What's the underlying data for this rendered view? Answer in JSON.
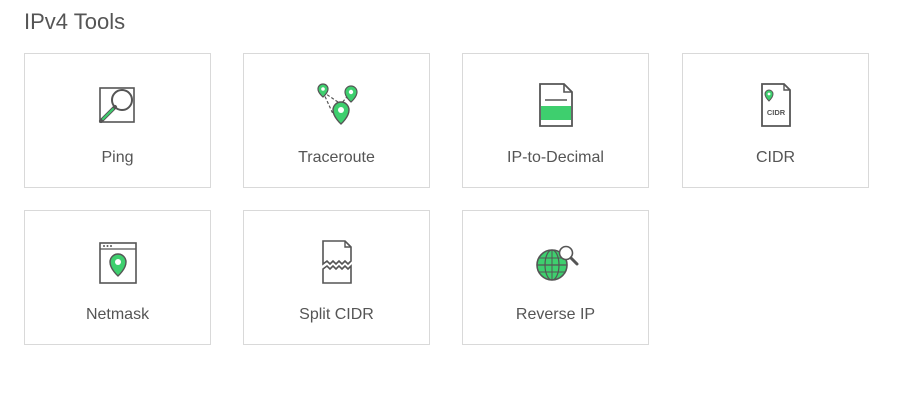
{
  "section": {
    "title": "IPv4 Tools"
  },
  "colors": {
    "accent": "#3ecf6e",
    "stroke": "#555555",
    "border": "#d9d9d9"
  },
  "tools": [
    {
      "label": "Ping",
      "icon": "magnifier-icon"
    },
    {
      "label": "Traceroute",
      "icon": "route-pins-icon"
    },
    {
      "label": "IP-to-Decimal",
      "icon": "document-icon"
    },
    {
      "label": "CIDR",
      "icon": "cidr-document-icon",
      "icon_text": "CIDR"
    },
    {
      "label": "Netmask",
      "icon": "browser-pin-icon"
    },
    {
      "label": "Split CIDR",
      "icon": "split-document-icon"
    },
    {
      "label": "Reverse IP",
      "icon": "globe-search-icon"
    }
  ]
}
